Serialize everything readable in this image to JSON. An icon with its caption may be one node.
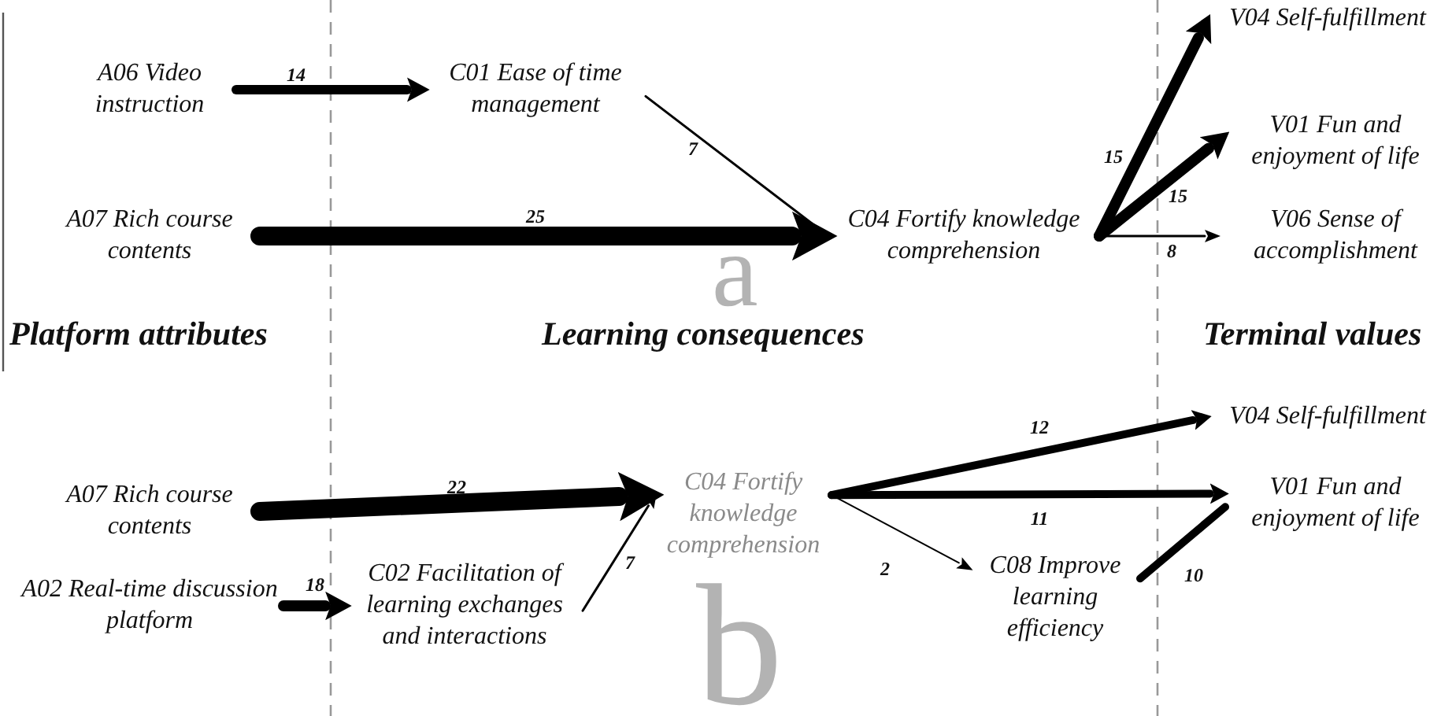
{
  "diagram": {
    "nodes": [
      {
        "text": [
          "A06 Video instruction"
        ]
      },
      {
        "text": [
          "C01 Ease of time management"
        ]
      },
      {
        "text": [
          "A07 Rich course contents"
        ]
      },
      {
        "text": [
          "C04 Fortify knowledge comprehension"
        ]
      },
      {
        "text": [
          "V04 Self-fulfillment"
        ]
      },
      {
        "text": [
          "V01 Fun and enjoyment of life"
        ]
      },
      {
        "text": [
          "V06 Sense of accomplishment"
        ]
      },
      {
        "text": [
          "A07 Rich course contents"
        ]
      },
      {
        "text": [
          "C04 Fortify knowledge comprehension"
        ]
      },
      {
        "text": [
          "V04 Self-fulfillment"
        ]
      },
      {
        "text": [
          "V01 Fun and enjoyment of life"
        ]
      },
      {
        "text": [
          "A02 Real-time discussion platform"
        ]
      },
      {
        "text": [
          "C02 Facilitation of learning exchanges and interactions"
        ]
      },
      {
        "text": [
          "C08 Improve learning efficiency"
        ]
      }
    ],
    "edges": [
      {
        "from": 0,
        "to": 1,
        "arrow": "to",
        "label": "14"
      },
      {
        "from": 2,
        "to": 3,
        "arrow": "to",
        "label": "25",
        "style": "thick"
      },
      {
        "from": 1,
        "to": 3,
        "arrow": "none",
        "label": "7"
      },
      {
        "from": 3,
        "to": 4,
        "arrow": "to",
        "label": "15"
      },
      {
        "from": 3,
        "to": 5,
        "arrow": "to",
        "label": "15"
      },
      {
        "from": 3,
        "to": 6,
        "arrow": "to",
        "label": "8"
      },
      {
        "from": 7,
        "to": 8,
        "arrow": "to",
        "label": "22",
        "style": "thick"
      },
      {
        "from": 12,
        "to": 8,
        "arrow": "to",
        "label": "7"
      },
      {
        "from": 11,
        "to": 12,
        "arrow": "to",
        "label": "18"
      },
      {
        "from": 8,
        "to": 9,
        "arrow": "to",
        "label": "12"
      },
      {
        "from": 8,
        "to": 10,
        "arrow": "to",
        "label": "11"
      },
      {
        "from": 8,
        "to": 13,
        "arrow": "to",
        "label": "2"
      },
      {
        "from": 13,
        "to": 10,
        "arrow": "none",
        "label": "10"
      }
    ],
    "labels": [
      "a",
      "Platform attributes",
      "Learning consequences",
      "Terminal values",
      "b"
    ]
  }
}
